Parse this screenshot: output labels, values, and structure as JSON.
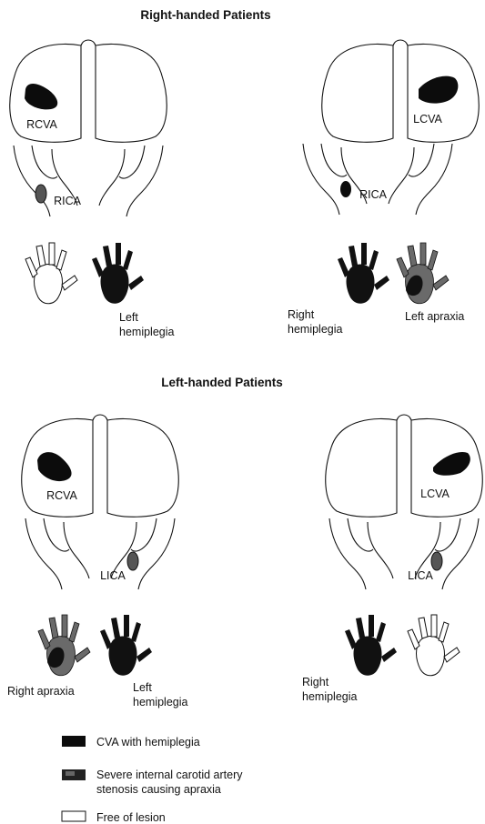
{
  "sections": [
    {
      "title": "Right-handed  Patients",
      "panels": [
        {
          "cva_label": "RCVA",
          "ica_label": "RICA",
          "hand_labels": [
            "Left\nhemiplegia"
          ]
        },
        {
          "cva_label": "LCVA",
          "ica_label": "RICA",
          "hand_labels": [
            "Right\nhemiplegia",
            "Left apraxia"
          ]
        }
      ]
    },
    {
      "title": "Left-handed  Patients",
      "panels": [
        {
          "cva_label": "RCVA",
          "ica_label": "LICA",
          "hand_labels": [
            "Right apraxia",
            "Left\nhemiplegia"
          ]
        },
        {
          "cva_label": "LCVA",
          "ica_label": "LICA",
          "hand_labels": [
            "Right\nhemiplegia"
          ]
        }
      ]
    }
  ],
  "legend": [
    {
      "label": "CVA with hemiplegia"
    },
    {
      "label": "Severe internal carotid artery\nstenosis causing apraxia"
    },
    {
      "label": "Free of lesion"
    }
  ],
  "colors": {
    "lesion": "#0c0c0c",
    "stenosis": "#555555",
    "free": "#ffffff"
  }
}
